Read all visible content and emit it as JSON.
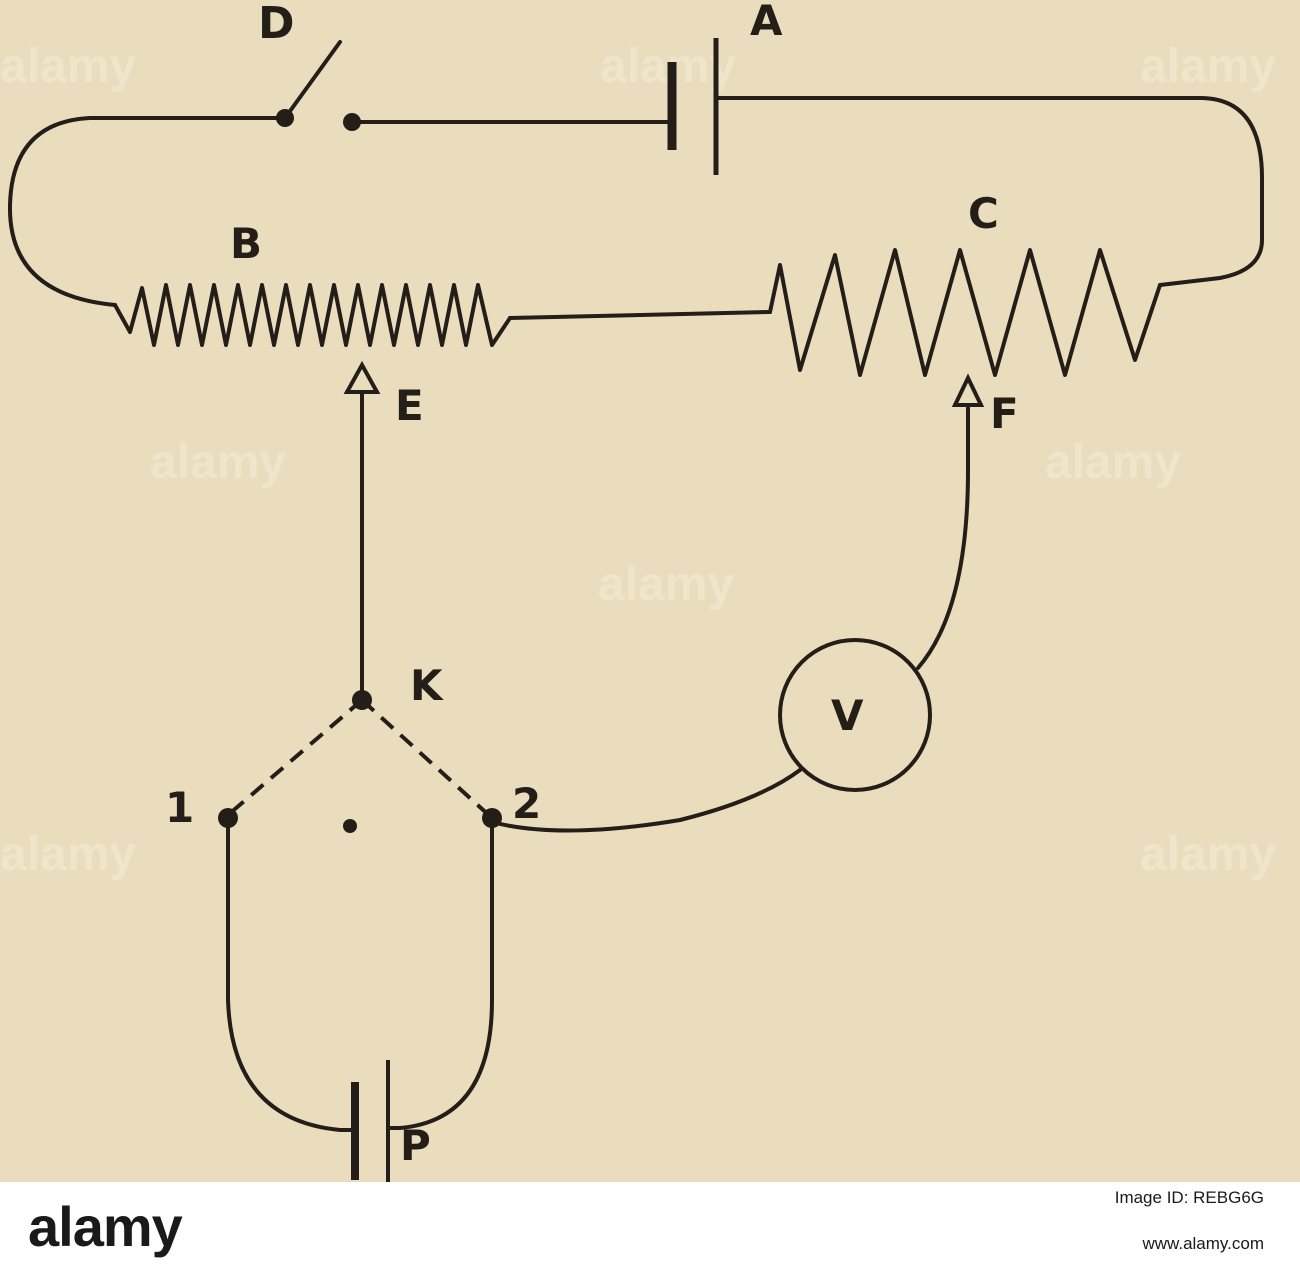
{
  "diagram": {
    "labels": {
      "D": "D",
      "A": "A",
      "B": "B",
      "C": "C",
      "E": "E",
      "F": "F",
      "K": "K",
      "V": "V",
      "one": "1",
      "two": "2",
      "P": "P"
    },
    "watermark": "alamy"
  },
  "footer": {
    "logo": "alamy",
    "image_id": "Image ID: REBG6G",
    "url": "www.alamy.com"
  }
}
